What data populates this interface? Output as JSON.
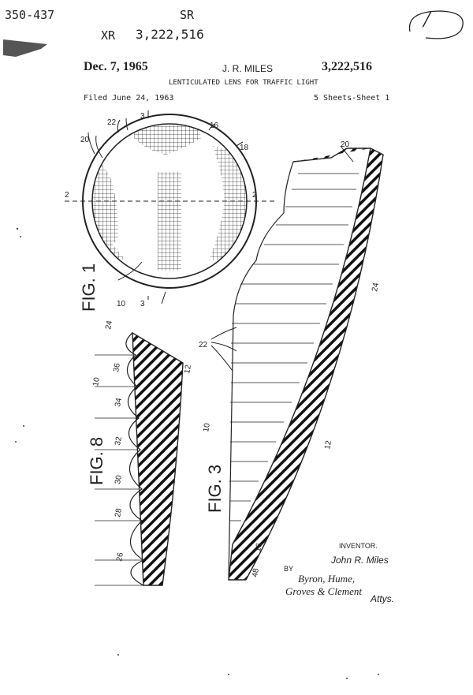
{
  "stamps": {
    "file_number": "350-437",
    "sr": "SR",
    "xr": "XR",
    "xr_number": "3,222,516",
    "circle_mark": "/"
  },
  "header": {
    "date": "Dec. 7, 1965",
    "inventor_header": "J. R. MILES",
    "patent_number": "3,222,516",
    "title": "LENTICULATED LENS FOR TRAFFIC LIGHT",
    "filed": "Filed June 24, 1963",
    "sheets": "5 Sheets-Sheet 1"
  },
  "figures": {
    "fig1": "FIG. 1",
    "fig3": "FIG. 3",
    "fig8": "FIG. 8"
  },
  "refs": {
    "fig1": {
      "r22": "22",
      "r3": "3",
      "r16": "16",
      "r18": "18",
      "r20": "20",
      "r2": "2",
      "r10": "10"
    },
    "fig3": {
      "r20": "20",
      "r24": "24",
      "r22": "22",
      "r10": "10",
      "r12": "12",
      "r16": "16",
      "r48": "48"
    },
    "fig8": {
      "r24": "24",
      "r12": "12",
      "r36": "36",
      "r10": "10",
      "r34": "34",
      "r32": "32",
      "r30": "30",
      "r28": "28",
      "r26": "26"
    }
  },
  "signature": {
    "inventor_label": "INVENTOR.",
    "inventor_name": "John R. Miles",
    "by": "BY",
    "attorney_1": "Byron, Hume,",
    "attorney_2": "Groves & Clement",
    "attys": "Attys."
  }
}
